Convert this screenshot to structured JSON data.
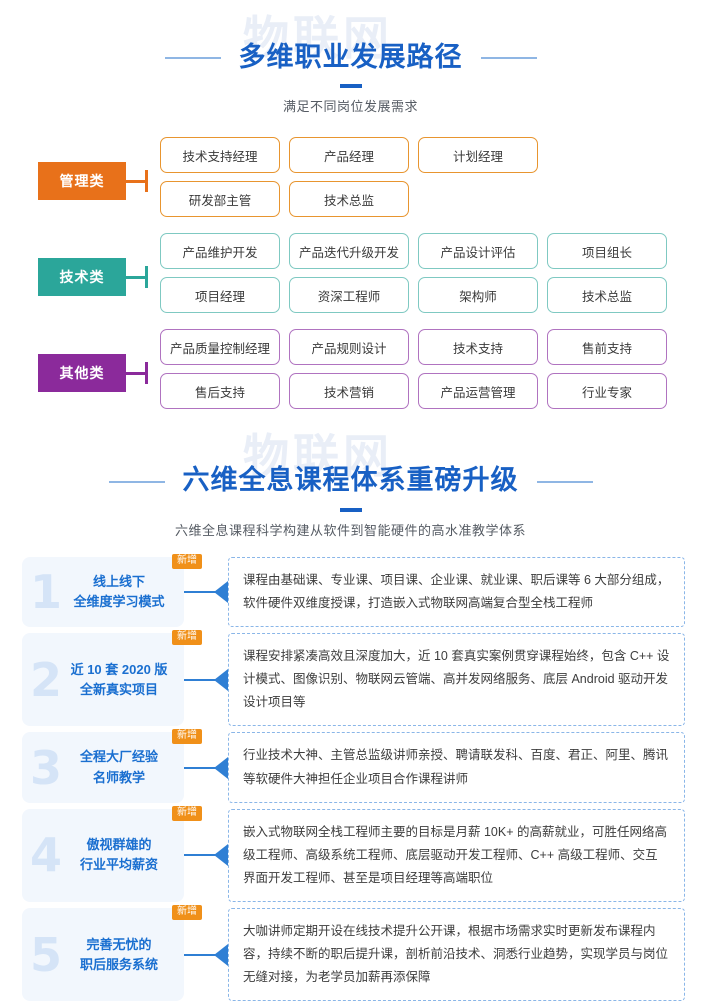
{
  "watermark": {
    "text": "物联网"
  },
  "section_career": {
    "title": "多维职业发展路径",
    "subtitle": "满足不同岗位发展需求",
    "categories": [
      {
        "name": "管理类",
        "color": "#e8711a",
        "border_color": "#e8952f",
        "rows": [
          [
            "技术支持经理",
            "产品经理",
            "计划经理"
          ],
          [
            "研发部主管",
            "技术总监"
          ]
        ]
      },
      {
        "name": "技术类",
        "color": "#2ba69a",
        "border_color": "#7fc9c2",
        "rows": [
          [
            "产品维护开发",
            "产品迭代升级开发",
            "产品设计评估",
            "项目组长"
          ],
          [
            "项目经理",
            "资深工程师",
            "架构师",
            "技术总监"
          ]
        ]
      },
      {
        "name": "其他类",
        "color": "#8b2a9b",
        "border_color": "#b073c0",
        "rows": [
          [
            "产品质量控制经理",
            "产品规则设计",
            "技术支持",
            "售前支持"
          ],
          [
            "售后支持",
            "技术营销",
            "产品运营管理",
            "行业专家"
          ]
        ]
      }
    ]
  },
  "section_course": {
    "title": "六维全息课程体系重磅升级",
    "subtitle": "六维全息课程科学构建从软件到智能硬件的高水准教学体系",
    "badge_label": "新增",
    "items": [
      {
        "number": "1",
        "label_line1": "线上线下",
        "label_line2": "全维度学习模式",
        "description": "课程由基础课、专业课、项目课、企业课、就业课、职后课等 6 大部分组成，软件硬件双维度授课，打造嵌入式物联网高端复合型全栈工程师"
      },
      {
        "number": "2",
        "label_line1": "近 10 套 2020 版",
        "label_line2": "全新真实项目",
        "description": "课程安排紧凑高效且深度加大，近 10 套真实案例贯穿课程始终，包含 C++ 设计模式、图像识别、物联网云管端、高并发网络服务、底层 Android 驱动开发设计项目等"
      },
      {
        "number": "3",
        "label_line1": "全程大厂经验",
        "label_line2": "名师教学",
        "description": "行业技术大神、主管总监级讲师亲授、聘请联发科、百度、君正、阿里、腾讯等软硬件大神担任企业项目合作课程讲师"
      },
      {
        "number": "4",
        "label_line1": "傲视群雄的",
        "label_line2": "行业平均薪资",
        "description": "嵌入式物联网全栈工程师主要的目标是月薪 10K+ 的高薪就业，可胜任网络高级工程师、高级系统工程师、底层驱动开发工程师、C++ 高级工程师、交互界面开发工程师、甚至是项目经理等高端职位"
      },
      {
        "number": "5",
        "label_line1": "完善无忧的",
        "label_line2": "职后服务系统",
        "description": "大咖讲师定期开设在线技术提升公开课，根据市场需求实时更新发布课程内容，持续不断的职后提升课，剖析前沿技术、洞悉行业趋势，实现学员与岗位无缝对接，为老学员加薪再添保障"
      }
    ]
  }
}
